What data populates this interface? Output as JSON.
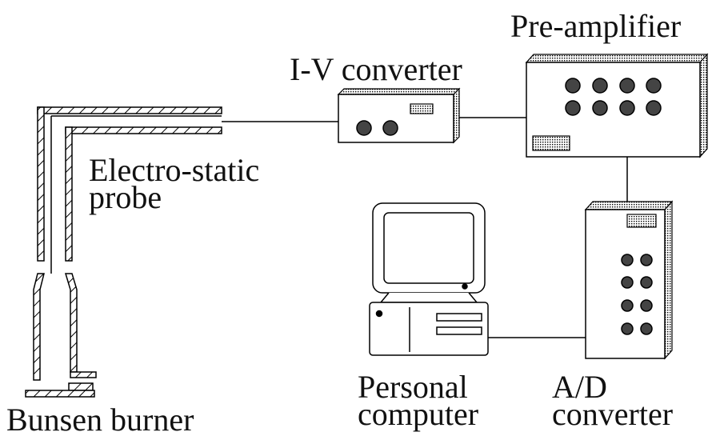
{
  "labels": {
    "pre_amplifier": "Pre-amplifier",
    "iv_converter": "I-V converter",
    "probe_line1": "Electro-static",
    "probe_line2": "probe",
    "burner": "Bunsen burner",
    "pc_line1": "Personal",
    "pc_line2": "computer",
    "ad_line1": "A/D",
    "ad_line2": "converter"
  }
}
